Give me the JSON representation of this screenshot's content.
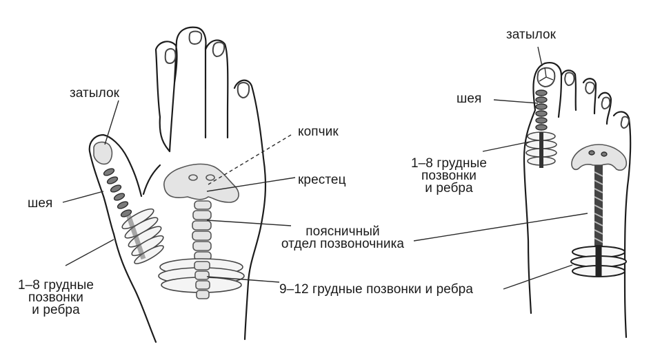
{
  "diagram": {
    "type": "reflexology spine map",
    "figures": [
      {
        "id": "hand",
        "name": "hand",
        "labels": {
          "occiput": "затылок",
          "neck": "шея",
          "thoracic_1_8": [
            "1–8 грудные",
            "позвонки",
            "и ребра"
          ],
          "coccyx": "копчик",
          "sacrum": "крестец",
          "lumbar": [
            "поясничный",
            "отдел позвоночника"
          ],
          "thoracic_9_12": "9–12 грудные позвонки и ребра"
        }
      },
      {
        "id": "foot",
        "name": "foot",
        "labels": {
          "occiput": "затылок",
          "neck": "шея",
          "thoracic_1_8": [
            "1–8 грудные",
            "позвонки",
            "и ребра"
          ]
        }
      }
    ],
    "shared_pointers": [
      "lumbar",
      "thoracic_9_12"
    ],
    "colors": {
      "ink": "#1c1c1c",
      "bone_fill": "#e4e4e4",
      "bone_dark": "#7a7a7a",
      "background": "#ffffff"
    }
  }
}
